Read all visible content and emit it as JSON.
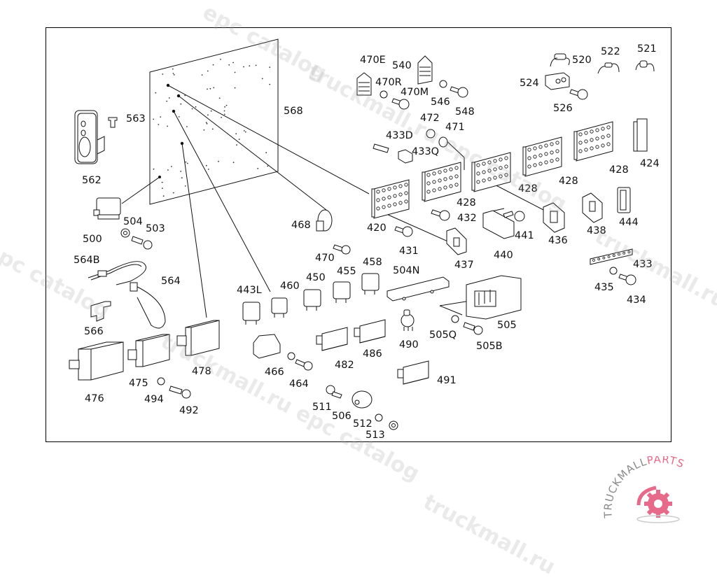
{
  "diagram": {
    "title": "Electrical relay and fuse mounting plate – exploded parts view",
    "parts": [
      {
        "id": "p562",
        "label": "562"
      },
      {
        "id": "p563",
        "label": "563"
      },
      {
        "id": "p568",
        "label": "568"
      },
      {
        "id": "p500",
        "label": "500"
      },
      {
        "id": "p504",
        "label": "504"
      },
      {
        "id": "p503",
        "label": "503"
      },
      {
        "id": "p564B",
        "label": "564B"
      },
      {
        "id": "p564",
        "label": "564"
      },
      {
        "id": "p566",
        "label": "566"
      },
      {
        "id": "p476",
        "label": "476"
      },
      {
        "id": "p475",
        "label": "475"
      },
      {
        "id": "p494",
        "label": "494"
      },
      {
        "id": "p492",
        "label": "492"
      },
      {
        "id": "p478",
        "label": "478"
      },
      {
        "id": "p443L",
        "label": "443L"
      },
      {
        "id": "p460",
        "label": "460"
      },
      {
        "id": "p450",
        "label": "450"
      },
      {
        "id": "p455",
        "label": "455"
      },
      {
        "id": "p458",
        "label": "458"
      },
      {
        "id": "p504N",
        "label": "504N"
      },
      {
        "id": "p466",
        "label": "466"
      },
      {
        "id": "p464",
        "label": "464"
      },
      {
        "id": "p482",
        "label": "482"
      },
      {
        "id": "p486",
        "label": "486"
      },
      {
        "id": "p490",
        "label": "490"
      },
      {
        "id": "p491",
        "label": "491"
      },
      {
        "id": "p511",
        "label": "511"
      },
      {
        "id": "p506",
        "label": "506"
      },
      {
        "id": "p512",
        "label": "512"
      },
      {
        "id": "p513",
        "label": "513"
      },
      {
        "id": "p505",
        "label": "505"
      },
      {
        "id": "p505Q",
        "label": "505Q"
      },
      {
        "id": "p505B",
        "label": "505B"
      },
      {
        "id": "p468",
        "label": "468"
      },
      {
        "id": "p470",
        "label": "470"
      },
      {
        "id": "p470E",
        "label": "470E"
      },
      {
        "id": "p540",
        "label": "540"
      },
      {
        "id": "p470R",
        "label": "470R"
      },
      {
        "id": "p470M",
        "label": "470M"
      },
      {
        "id": "p546",
        "label": "546"
      },
      {
        "id": "p548",
        "label": "548"
      },
      {
        "id": "p472",
        "label": "472"
      },
      {
        "id": "p471",
        "label": "471"
      },
      {
        "id": "p433D",
        "label": "433D"
      },
      {
        "id": "p433Q",
        "label": "433Q"
      },
      {
        "id": "p520",
        "label": "520"
      },
      {
        "id": "p522",
        "label": "522"
      },
      {
        "id": "p521",
        "label": "521"
      },
      {
        "id": "p524",
        "label": "524"
      },
      {
        "id": "p526",
        "label": "526"
      },
      {
        "id": "p420",
        "label": "420"
      },
      {
        "id": "p428a",
        "label": "428"
      },
      {
        "id": "p428b",
        "label": "428"
      },
      {
        "id": "p428c",
        "label": "428"
      },
      {
        "id": "p428d",
        "label": "428"
      },
      {
        "id": "p424",
        "label": "424"
      },
      {
        "id": "p431",
        "label": "431"
      },
      {
        "id": "p432",
        "label": "432"
      },
      {
        "id": "p437",
        "label": "437"
      },
      {
        "id": "p440",
        "label": "440"
      },
      {
        "id": "p441",
        "label": "441"
      },
      {
        "id": "p436",
        "label": "436"
      },
      {
        "id": "p438",
        "label": "438"
      },
      {
        "id": "p444",
        "label": "444"
      },
      {
        "id": "p433",
        "label": "433"
      },
      {
        "id": "p435",
        "label": "435"
      },
      {
        "id": "p434",
        "label": "434"
      }
    ]
  },
  "watermark": {
    "text_a": "truckmall.ru epc catalog",
    "text_b": "epc catalog",
    "text_c": "truckmall.ru"
  },
  "logo": {
    "text_main": "TRUCKMALL",
    "text_accent": "PARTS",
    "accent_color": "#e86a8a",
    "text_color": "#8a8a8a"
  }
}
